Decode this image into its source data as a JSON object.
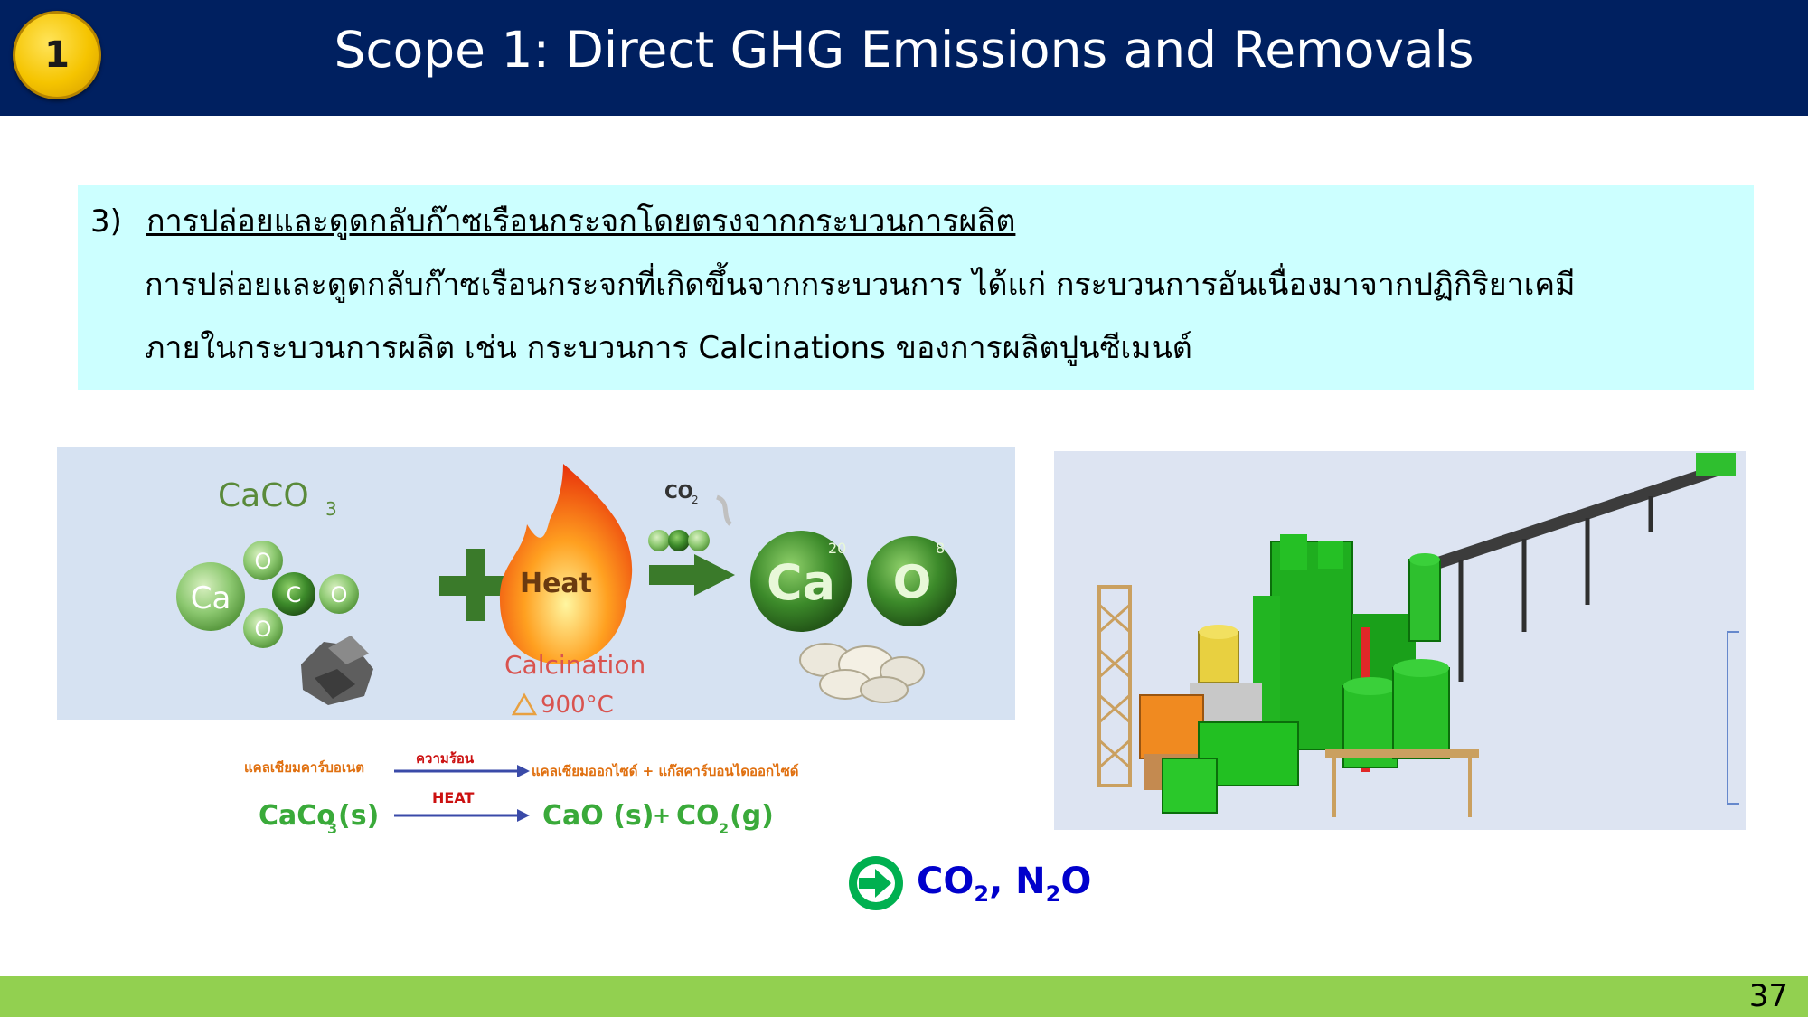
{
  "slide": {
    "badge_number": "1",
    "title": "Scope 1: Direct GHG Emissions and Removals",
    "page_number": "37"
  },
  "textbox": {
    "item_number": "3)",
    "heading": "การปล่อยและดูดกลับก๊าซเรือนกระจกโดยตรงจากกระบวนการผลิต",
    "body_line1": "การปล่อยและดูดกลับก๊าซเรือนกระจกที่เกิดขึ้นจากกระบวนการ ได้แก่ กระบวนการอันเนื่องมาจากปฏิกิริยาเคมี",
    "body_line2": "ภายในกระบวนการผลิต เช่น กระบวนการ Calcinations ของการผลิตปูนซีเมนต์"
  },
  "calcination_figure": {
    "reactant_label": "CaCO",
    "reactant_sub": "3",
    "ca": "Ca",
    "o": "O",
    "c": "C",
    "heat_label": "Heat",
    "co2_label": "CO",
    "co2_sub": "2",
    "process_label": "Calcination",
    "temperature": "900°C",
    "product_ca": "Ca",
    "product_ca_num": "20",
    "product_o": "O",
    "product_o_num": "8"
  },
  "equation": {
    "thai_reactant": "แคลเซียมคาร์บอเนต",
    "thai_heat": "ความร้อน",
    "thai_products": "แคลเซียมออกไซด์ + แก๊สคาร์บอนไดออกไซด์",
    "reactant": "CaCo",
    "reactant_sub": "3",
    "reactant_state": "(s)",
    "heat": "HEAT",
    "product1": "CaO (s)",
    "plus": "+",
    "product2": "CO",
    "product2_sub": "2",
    "product2_state": "(g)"
  },
  "result": {
    "co": "CO",
    "co_sub": "2",
    "sep": ", N",
    "n_sub": "2",
    "o": "O"
  },
  "colors": {
    "header_bg": "#002060",
    "textbox_bg": "#ccffff",
    "footer_bg": "#92d050",
    "result_text": "#0000cc",
    "arrow_green": "#00b050"
  }
}
